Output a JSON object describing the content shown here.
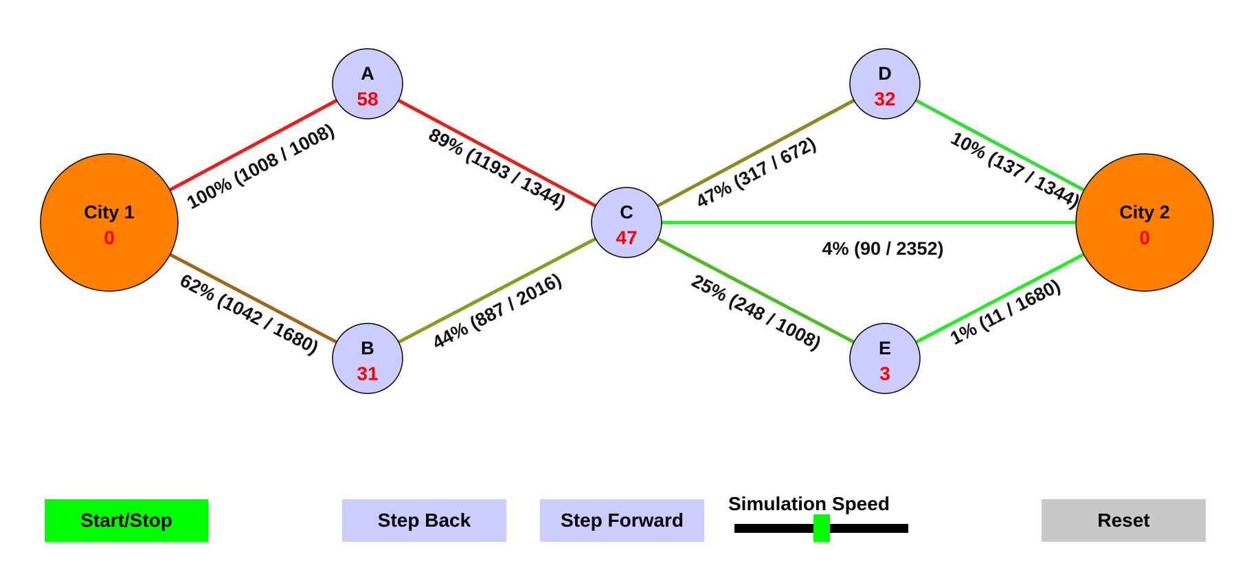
{
  "network": {
    "nodes": [
      {
        "id": "city1",
        "name": "City 1",
        "count": "0",
        "kind": "city"
      },
      {
        "id": "a",
        "name": "A",
        "count": "58",
        "kind": "junction"
      },
      {
        "id": "b",
        "name": "B",
        "count": "31",
        "kind": "junction"
      },
      {
        "id": "c",
        "name": "C",
        "count": "47",
        "kind": "junction"
      },
      {
        "id": "d",
        "name": "D",
        "count": "32",
        "kind": "junction"
      },
      {
        "id": "e",
        "name": "E",
        "count": "3",
        "kind": "junction"
      },
      {
        "id": "city2",
        "name": "City 2",
        "count": "0",
        "kind": "city"
      }
    ],
    "edges": [
      {
        "id": "city1-a",
        "from": "city1",
        "to": "a",
        "label": "100% (1008 / 1008)",
        "color": "#ee1c1c"
      },
      {
        "id": "city1-b",
        "from": "city1",
        "to": "b",
        "label": "62% (1042 / 1680)",
        "color": "#a0661a"
      },
      {
        "id": "a-c",
        "from": "a",
        "to": "c",
        "label": "89% (1193 / 1344)",
        "color": "#e2231c"
      },
      {
        "id": "b-c",
        "from": "b",
        "to": "c",
        "label": "44% (887 / 2016)",
        "color": "#8c9a1d"
      },
      {
        "id": "c-d",
        "from": "c",
        "to": "d",
        "label": "47% (317 / 672)",
        "color": "#8c8a1f"
      },
      {
        "id": "c-city2",
        "from": "c",
        "to": "city2",
        "label": "4% (90 / 2352)",
        "color": "#22ee22"
      },
      {
        "id": "c-e",
        "from": "c",
        "to": "e",
        "label": "25% (248 / 1008)",
        "color": "#4cbb22"
      },
      {
        "id": "d-city2",
        "from": "d",
        "to": "city2",
        "label": "10% (137 / 1344)",
        "color": "#33dd33"
      },
      {
        "id": "e-city2",
        "from": "e",
        "to": "city2",
        "label": "1% (11 / 1680)",
        "color": "#22ee22"
      }
    ]
  },
  "controls": {
    "start_stop_label": "Start/Stop",
    "step_back_label": "Step Back",
    "step_forward_label": "Step Forward",
    "speed_title": "Simulation Speed",
    "speed_value": 0.5,
    "reset_label": "Reset"
  },
  "colors": {
    "city_fill": "#ff8000",
    "junction_fill": "#ccccff",
    "count_text": "#ff0000",
    "start_button": "#00ff00",
    "step_buttons": "#ccccff",
    "reset_button": "#c8c8c8",
    "slider_thumb": "#00ff00",
    "slider_track": "#000000"
  }
}
